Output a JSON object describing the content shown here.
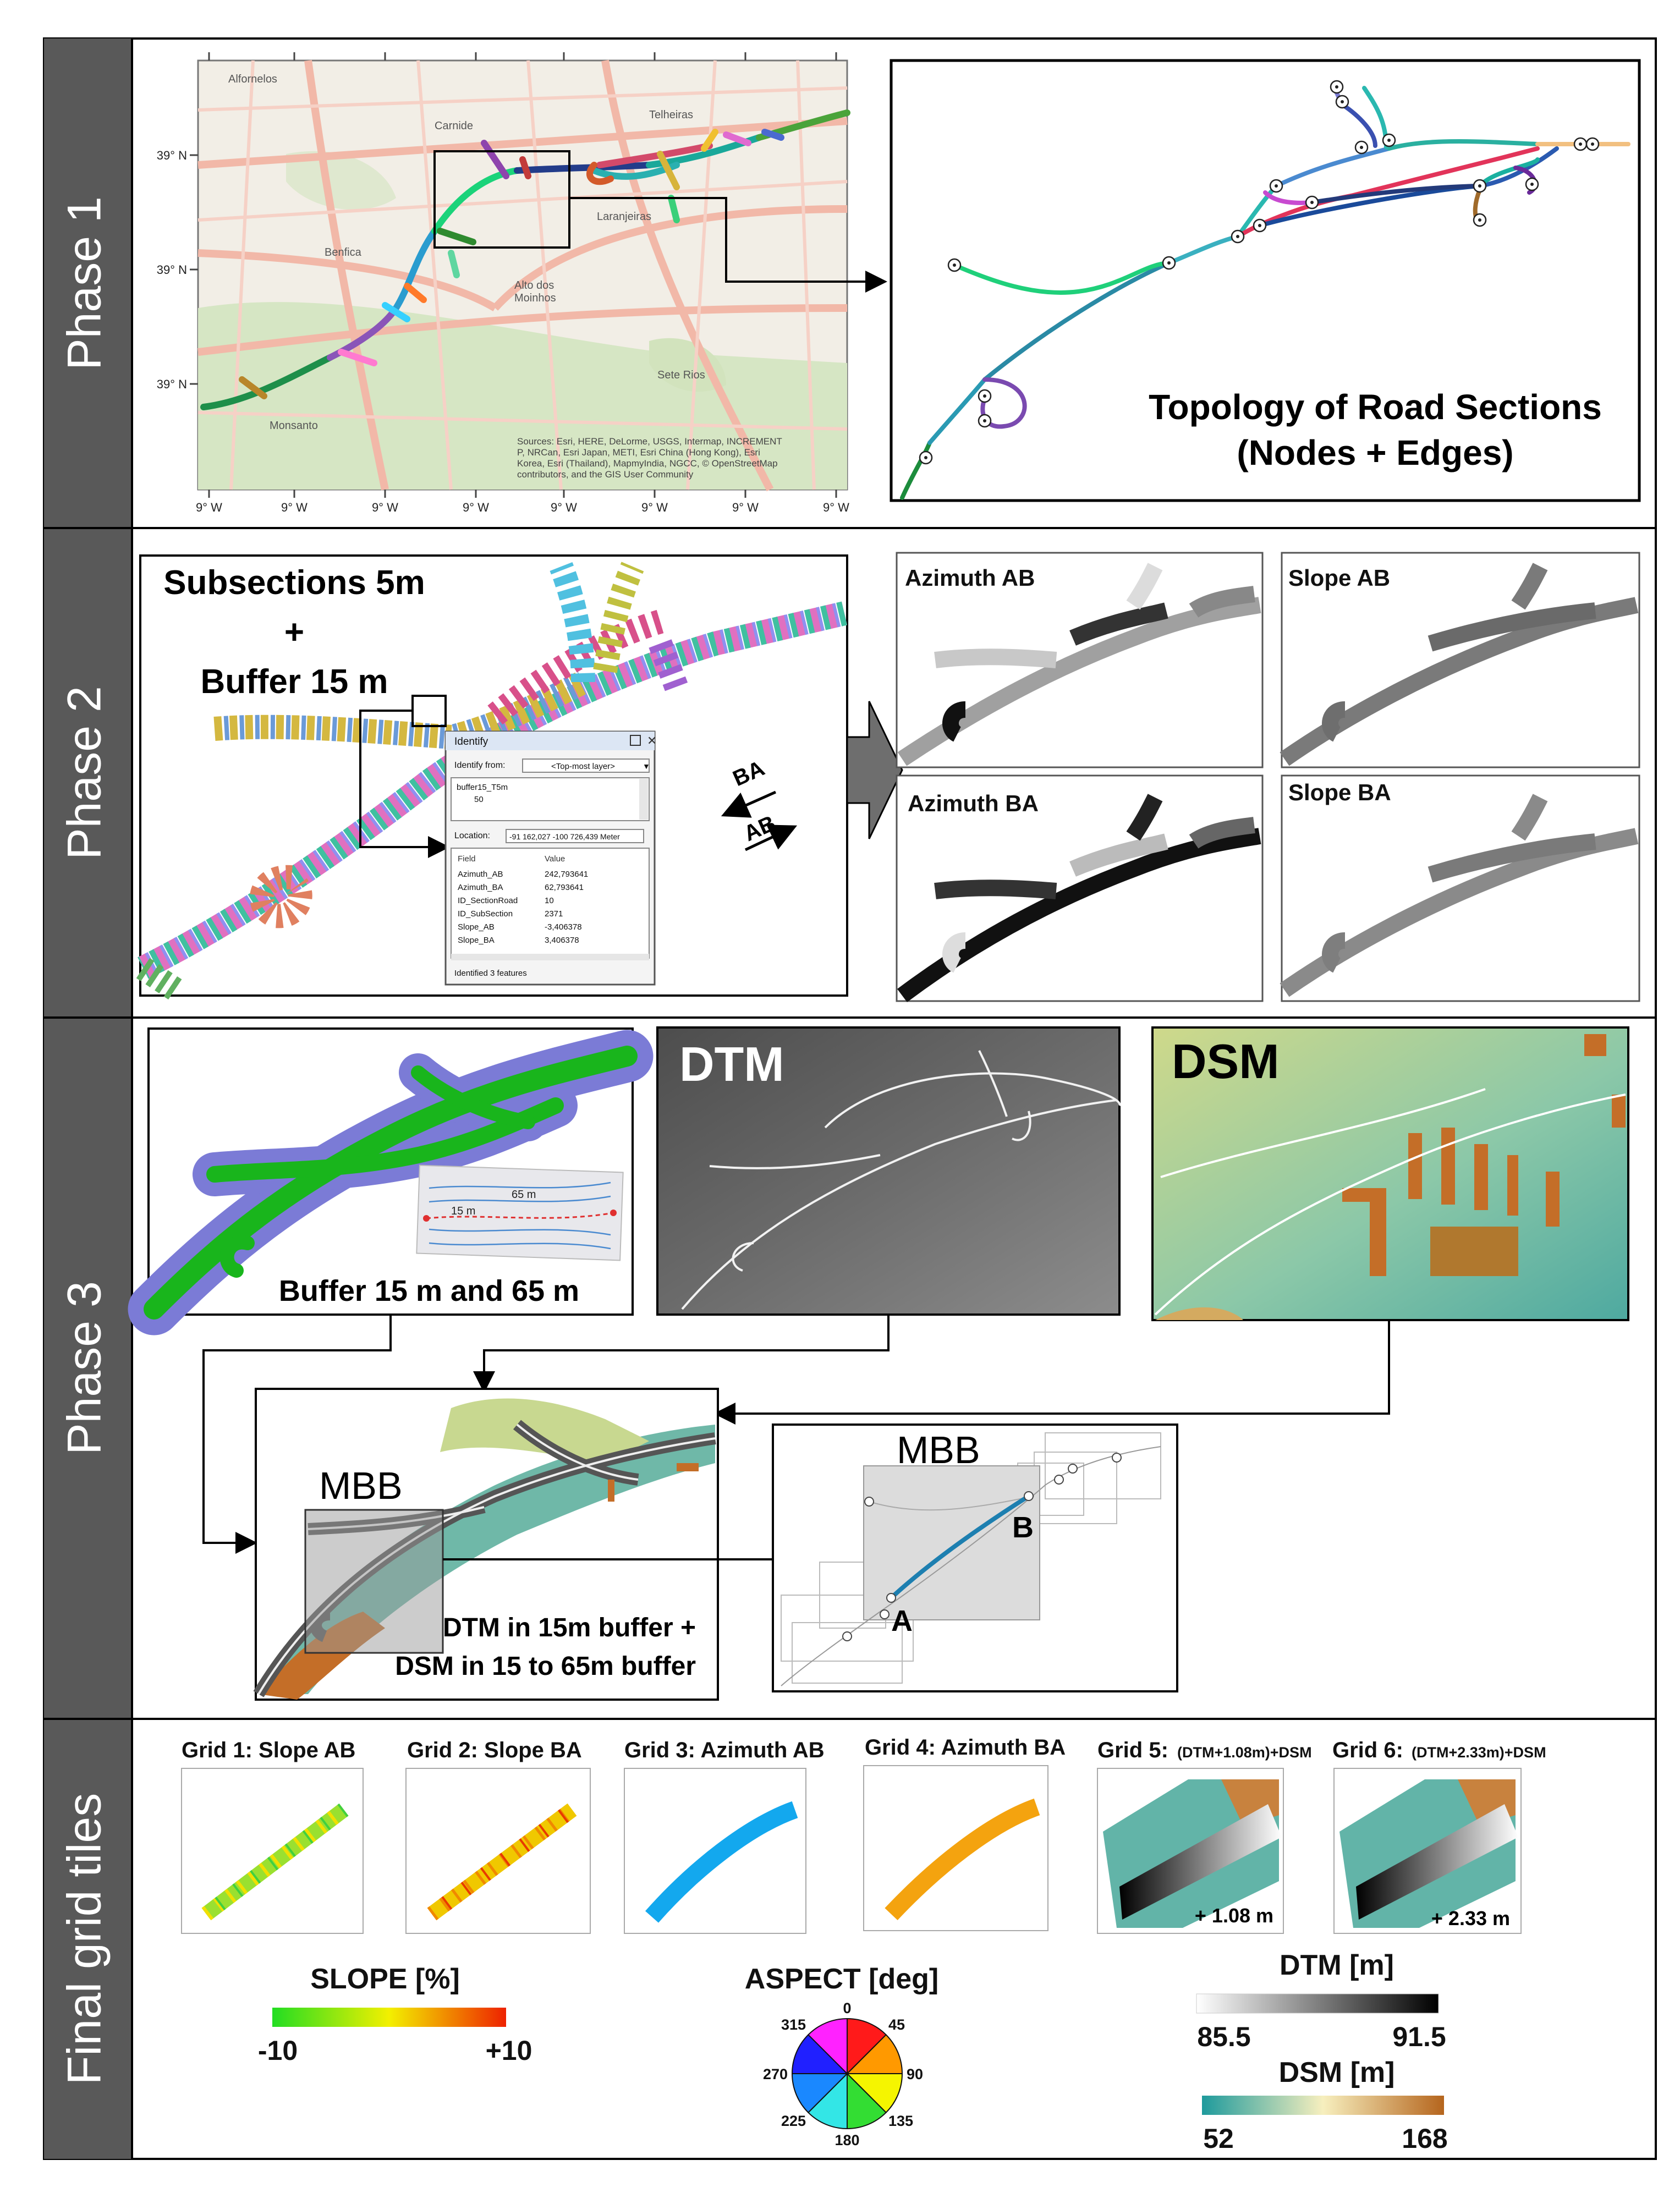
{
  "phases": {
    "phase1": "Phase 1",
    "phase2": "Phase 2",
    "phase3": "Phase 3",
    "phase4": "Final grid tiles"
  },
  "phase1": {
    "map_places": [
      "Alfornelos",
      "Carnide",
      "Telheiras",
      "Benfica",
      "Laranjeiras",
      "Alto dos",
      "Moinhos",
      "Sete Rios",
      "Monsanto"
    ],
    "lat_ticks": [
      "39° N",
      "39° N",
      "39° N"
    ],
    "lon_ticks": [
      "9° W",
      "9° W",
      "9° W",
      "9° W",
      "9° W",
      "9° W",
      "9° W",
      "9° W"
    ],
    "attribution": [
      "Sources: Esri, HERE, DeLorme, USGS, Intermap, INCREMENT",
      "P, NRCan, Esri Japan, METI, Esri China (Hong Kong), Esri",
      "Korea, Esri (Thailand), MapmyIndia, NGCC, © OpenStreetMap",
      "contributors, and the GIS User Community"
    ],
    "topology_title_1": "Topology of Road Sections",
    "topology_title_2": "(Nodes + Edges)"
  },
  "phase2": {
    "subsections_1": "Subsections 5m",
    "subsections_2": "+",
    "subsections_3": "Buffer 15 m",
    "identify": {
      "title": "Identify",
      "identify_from": "Identify from:",
      "layer_select": "<Top-most layer>",
      "tree_1": "buffer15_T5m",
      "tree_2": "50",
      "location_label": "Location:",
      "location_value": "-91 162,027  -100 726,439 Meter",
      "col_field": "Field",
      "col_value": "Value",
      "rows": [
        {
          "field": "Azimuth_AB",
          "value": "242,793641"
        },
        {
          "field": "Azimuth_BA",
          "value": "62,793641"
        },
        {
          "field": "ID_SectionRoad",
          "value": "10"
        },
        {
          "field": "ID_SubSection",
          "value": "2371"
        },
        {
          "field": "Slope_AB",
          "value": "-3,406378"
        },
        {
          "field": "Slope_BA",
          "value": "3,406378"
        }
      ],
      "footer": "Identified 3 features"
    },
    "dir_ba": "BA",
    "dir_ab": "AB",
    "panels": [
      "Azimuth AB",
      "Slope AB",
      "Azimuth BA",
      "Slope BA"
    ]
  },
  "phase3": {
    "buffer_label": "Buffer 15 m and 65 m",
    "inset_65": "65 m",
    "inset_15": "15 m",
    "dtm_label": "DTM",
    "dsm_label": "DSM",
    "mbb_left": "MBB",
    "mbb_caption_1": "DTM in 15m buffer +",
    "mbb_caption_2": "DSM in 15 to 65m buffer",
    "mbb_right": "MBB",
    "point_a": "A",
    "point_b": "B"
  },
  "phase4": {
    "grids": [
      {
        "title": "Grid 1: Slope AB",
        "small": ""
      },
      {
        "title": "Grid 2: Slope BA",
        "small": ""
      },
      {
        "title": "Grid 3: Azimuth AB",
        "small": ""
      },
      {
        "title": "Grid 4: Azimuth BA",
        "small": ""
      },
      {
        "title": "Grid 5:",
        "small": "(DTM+1.08m)+DSM"
      },
      {
        "title": "Grid 6:",
        "small": "(DTM+2.33m)+DSM"
      }
    ],
    "offset_5": "+ 1.08 m",
    "offset_6": "+ 2.33 m",
    "slope_title": "SLOPE [%]",
    "slope_min": "-10",
    "slope_max": "+10",
    "aspect_title": "ASPECT [deg]",
    "aspect_ticks": [
      "0",
      "45",
      "90",
      "135",
      "180",
      "225",
      "270",
      "315"
    ],
    "dtm_title": "DTM [m]",
    "dtm_min": "85.5",
    "dtm_max": "91.5",
    "dsm_title": "DSM [m]",
    "dsm_min": "52",
    "dsm_max": "168"
  },
  "colors": {
    "slope_low": "#22dd22",
    "slope_mid": "#f3f000",
    "slope_high": "#ee2200",
    "azimuth_ab": "#13a8ee",
    "azimuth_ba": "#f4a30f",
    "buffer_outer": "#7b7bd6",
    "buffer_inner": "#19b51c"
  }
}
